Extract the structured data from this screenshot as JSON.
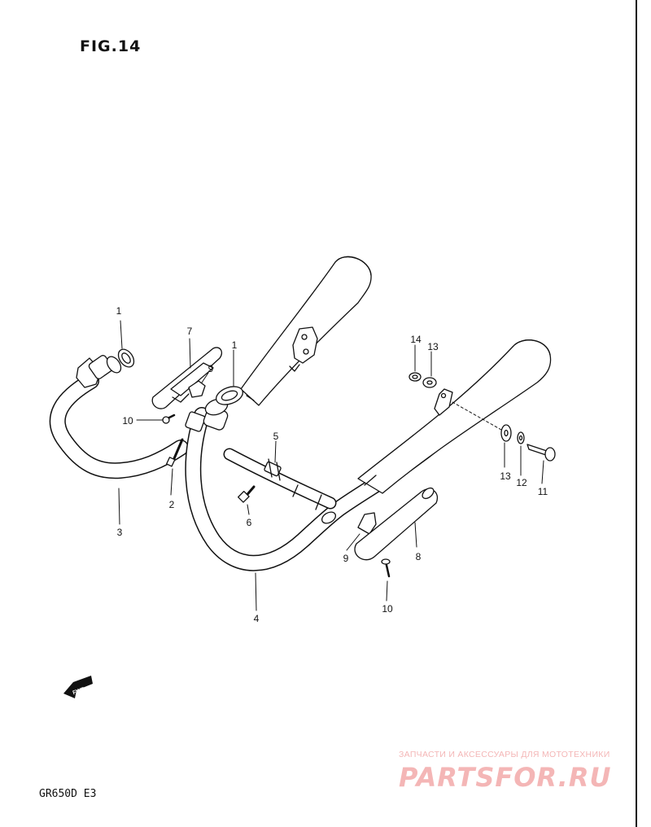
{
  "figure": {
    "title": "FIG.14",
    "model": "GR650D E3"
  },
  "callouts": {
    "c1a": "1",
    "c1b": "1",
    "c2": "2",
    "c3": "3",
    "c4": "4",
    "c5": "5",
    "c6": "6",
    "c7": "7",
    "c8": "8",
    "c9a": "9",
    "c9b": "9",
    "c10a": "10",
    "c10b": "10",
    "c11": "11",
    "c12": "12",
    "c13a": "13",
    "c13b": "13",
    "c14": "14"
  },
  "fwd_label": "FWD",
  "watermark": {
    "caption": "ЗАПЧАСТИ И АКСЕССУАРЫ ДЛЯ МОТОТЕХНИКИ",
    "brand": "PARTSFOR.RU",
    "color": "#f4b6b6"
  }
}
